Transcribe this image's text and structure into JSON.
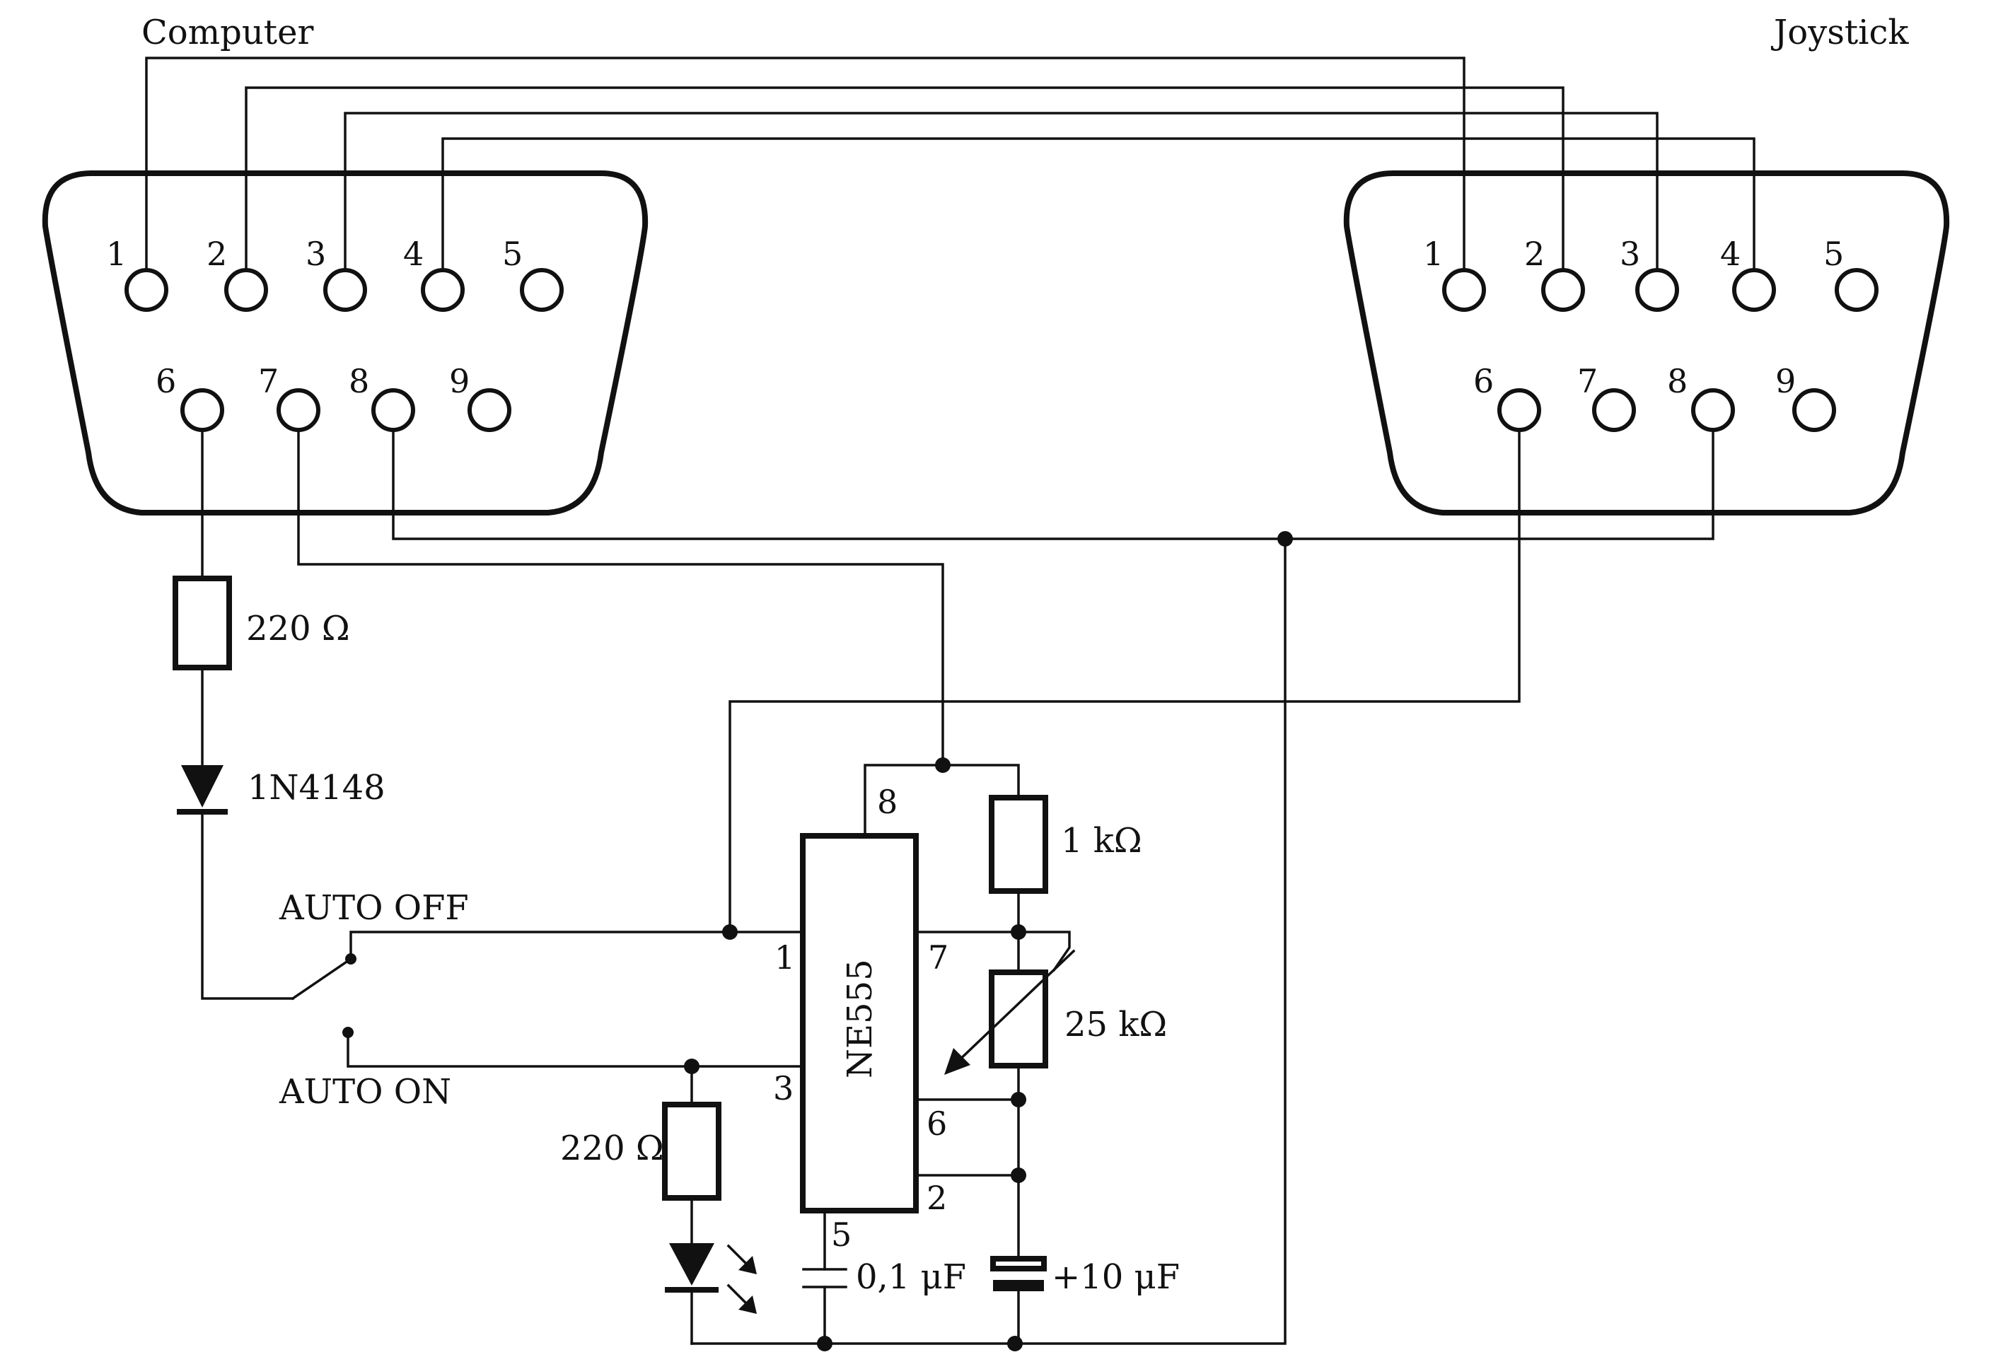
{
  "labels": {
    "computer": "Computer",
    "joystick": "Joystick",
    "r1": "220 Ω",
    "diode": "1N4148",
    "auto_off": "AUTO OFF",
    "auto_on": "AUTO ON",
    "r2": "220 Ω",
    "r3": "1 kΩ",
    "pot": "25 kΩ",
    "ic": "NE555",
    "c1": "0,1 μF",
    "c2": "+10 μF"
  },
  "connector_pins": [
    "1",
    "2",
    "3",
    "4",
    "5",
    "6",
    "7",
    "8",
    "9"
  ],
  "ic_pins": {
    "p1": "1",
    "p2": "2",
    "p3": "3",
    "p5": "5",
    "p6": "6",
    "p7": "7",
    "p8": "8"
  }
}
